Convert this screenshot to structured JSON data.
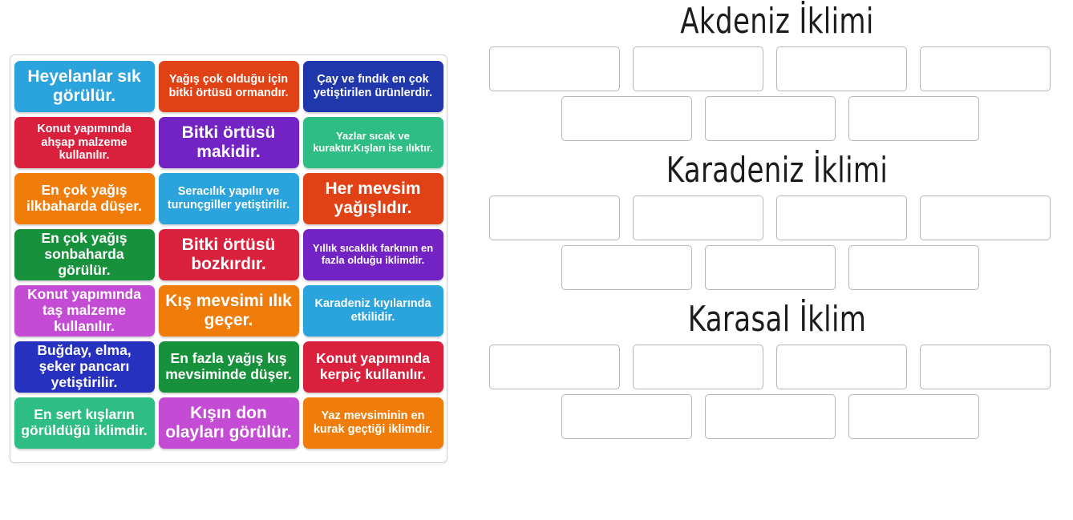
{
  "activity": {
    "type": "group-sort",
    "pool_tile_count": 21,
    "category_count": 3,
    "zones_per_category": 7
  },
  "pool": {
    "label": "Draggable answer tiles",
    "tiles": [
      {
        "text": "Heyelanlar sık görülür.",
        "color": "#2ba3dd",
        "size": "fs-lg"
      },
      {
        "text": "Yağış çok olduğu için bitki örtüsü ormandır.",
        "color": "#e14215",
        "size": "fs-sm"
      },
      {
        "text": "Çay ve fındık en çok yetiştirilen ürünlerdir.",
        "color": "#1f37ab",
        "size": "fs-sm"
      },
      {
        "text": "Konut yapımında ahşap malzeme kullanılır.",
        "color": "#d9203c",
        "size": "fs-sm"
      },
      {
        "text": "Bitki örtüsü makidir.",
        "color": "#7322c4",
        "size": "fs-lg"
      },
      {
        "text": "Yazlar sıcak ve kuraktır.Kışları ise ılıktır.",
        "color": "#2ebd85",
        "size": "fs-xs"
      },
      {
        "text": "En çok yağış ilkbaharda düşer.",
        "color": "#f07c0a",
        "size": "fs-md"
      },
      {
        "text": "Seracılık yapılır ve turunçgiller yetiştirilir.",
        "color": "#2ba3dd",
        "size": "fs-sm"
      },
      {
        "text": "Her mevsim yağışlıdır.",
        "color": "#e14215",
        "size": "fs-lg"
      },
      {
        "text": "En çok yağış sonbaharda görülür.",
        "color": "#17913c",
        "size": "fs-md"
      },
      {
        "text": "Bitki örtüsü bozkırdır.",
        "color": "#d9203c",
        "size": "fs-lg"
      },
      {
        "text": "Yıllık sıcaklık farkının en fazla olduğu iklimdir.",
        "color": "#7322c4",
        "size": "fs-xs"
      },
      {
        "text": "Konut yapımında taş malzeme kullanılır.",
        "color": "#c44cd4",
        "size": "fs-md"
      },
      {
        "text": "Kış mevsimi ılık geçer.",
        "color": "#f07c0a",
        "size": "fs-lg"
      },
      {
        "text": "Karadeniz kıyılarında etkilidir.",
        "color": "#2ba3dd",
        "size": "fs-sm"
      },
      {
        "text": "Buğday, elma, şeker pancarı yetiştirilir.",
        "color": "#2731c0",
        "size": "fs-md"
      },
      {
        "text": "En fazla yağış kış mevsiminde düşer.",
        "color": "#17913c",
        "size": "fs-md"
      },
      {
        "text": "Konut yapımında kerpiç kullanılır.",
        "color": "#d9203c",
        "size": "fs-md"
      },
      {
        "text": "En sert kışların görüldüğü iklimdir.",
        "color": "#2ebd85",
        "size": "fs-md"
      },
      {
        "text": "Kışın don olayları görülür.",
        "color": "#c44cd4",
        "size": "fs-lg"
      },
      {
        "text": "Yaz mevsiminin en kurak geçtiği iklimdir.",
        "color": "#f07c0a",
        "size": "fs-sm"
      }
    ]
  },
  "categories": [
    {
      "title": "Akdeniz İklimi",
      "rows": [
        {
          "zones": [
            "",
            "",
            "",
            ""
          ]
        },
        {
          "zones": [
            "",
            "",
            ""
          ]
        }
      ]
    },
    {
      "title": "Karadeniz İklimi",
      "rows": [
        {
          "zones": [
            "",
            "",
            "",
            ""
          ]
        },
        {
          "zones": [
            "",
            "",
            ""
          ]
        }
      ]
    },
    {
      "title": "Karasal İklim",
      "rows": [
        {
          "zones": [
            "",
            "",
            "",
            ""
          ]
        },
        {
          "zones": [
            "",
            "",
            ""
          ]
        }
      ]
    }
  ],
  "colors": {
    "page_background": "#ffffff",
    "panel_border": "#d0d0d0",
    "zone_border": "#b6b6b6",
    "title_text": "#1c1c1c",
    "tile_text": "#ffffff"
  }
}
